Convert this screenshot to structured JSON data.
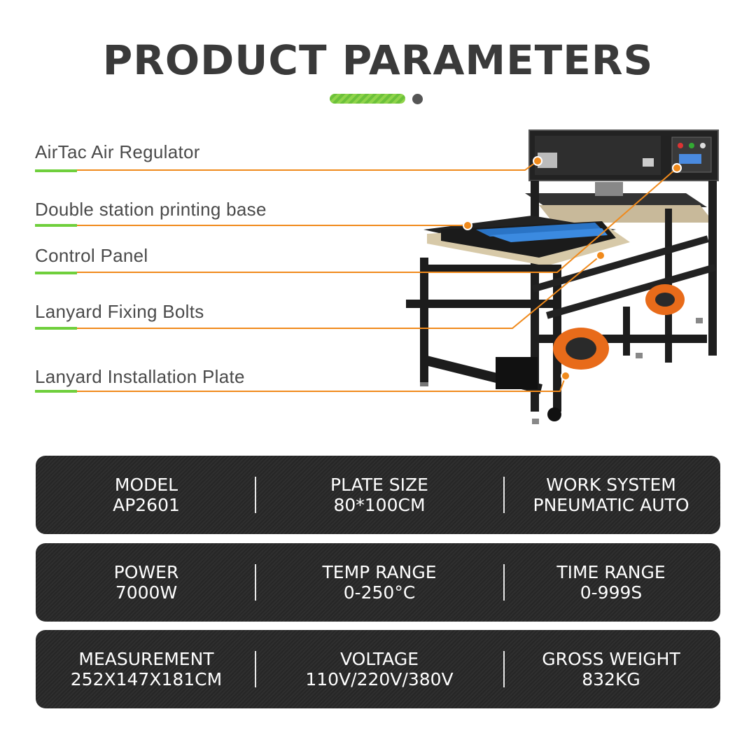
{
  "header": {
    "title": "PRODUCT PARAMETERS"
  },
  "colors": {
    "accent_green": "#6fcf3c",
    "leader_orange": "#f08a1c",
    "title_gray": "#3a3a3a",
    "panel_dark": "#2a2a2a"
  },
  "callouts": [
    {
      "label": "AirTac Air Regulator"
    },
    {
      "label": "Double station printing base"
    },
    {
      "label": "Control Panel"
    },
    {
      "label": "Lanyard Fixing Bolts"
    },
    {
      "label": "Lanyard Installation Plate"
    }
  ],
  "specs": [
    [
      {
        "label": "MODEL",
        "value": "AP2601"
      },
      {
        "label": "PLATE SIZE",
        "value": "80*100CM"
      },
      {
        "label": "WORK SYSTEM",
        "value": "PNEUMATIC AUTO"
      }
    ],
    [
      {
        "label": "POWER",
        "value": "7000W"
      },
      {
        "label": "TEMP RANGE",
        "value": "0-250°C"
      },
      {
        "label": "TIME RANGE",
        "value": "0-999S"
      }
    ],
    [
      {
        "label": "MEASUREMENT",
        "value": "252X147X181CM"
      },
      {
        "label": "VOLTAGE",
        "value": "110V/220V/380V"
      },
      {
        "label": "GROSS WEIGHT",
        "value": "832KG"
      }
    ]
  ]
}
